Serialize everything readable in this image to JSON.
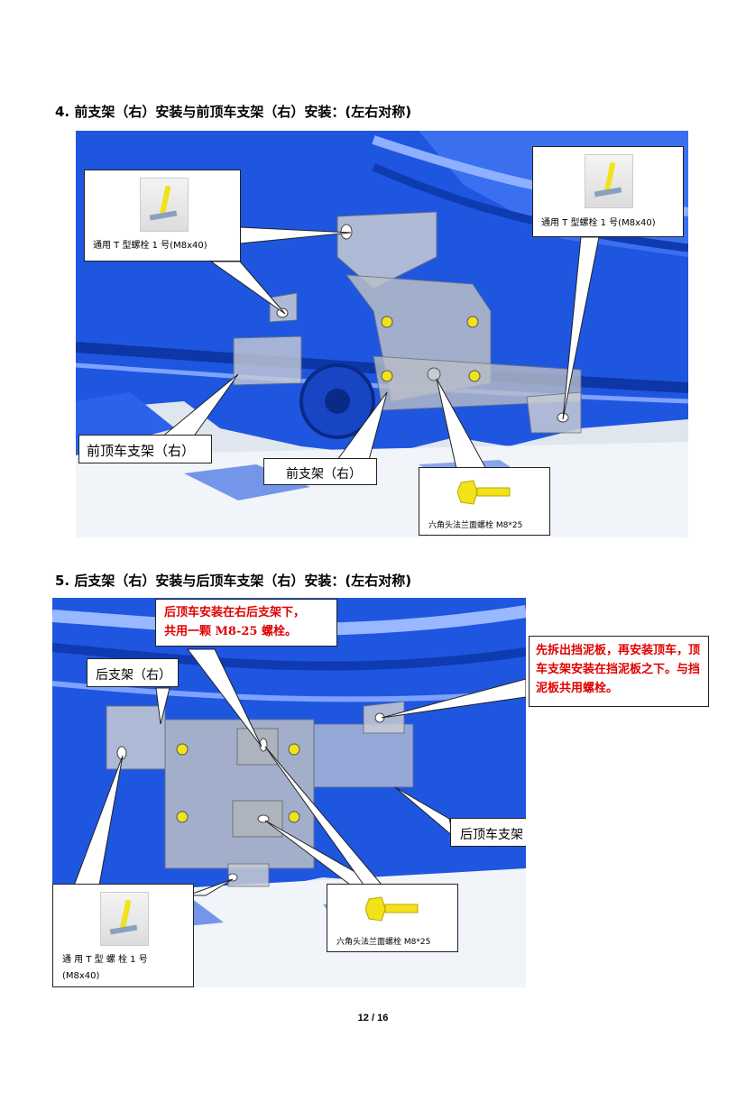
{
  "section4": {
    "heading": "4.  前支架（右）安装与前顶车支架（右）安装：(左右对称)",
    "callouts": {
      "t_bolt_left": "通用 T 型螺栓 1 号(M8x40)",
      "t_bolt_right": "通用 T 型螺栓 1 号(M8x40)",
      "front_jack_bracket": "前顶车支架（右）",
      "front_bracket": "前支架（右）",
      "flange_bolt": "六角头法兰面螺栓 M8*25"
    }
  },
  "section5": {
    "heading": "5.  后支架（右）安装与后顶车支架（右）安装：(左右对称)",
    "callouts": {
      "note_shared_bolt_line1": "后顶车安装在右后支架下，",
      "note_shared_bolt_line2": "共用一颗 M8-25 螺栓。",
      "rear_bracket": "后支架（右）",
      "note_fender": "先拆出挡泥板，再安装顶车，顶车支架安装在挡泥板之下。与挡泥板共用螺栓。",
      "rear_jack_bracket": "后顶车支架（右）",
      "flange_bolt": "六角头法兰面螺栓 M8*25",
      "t_bolt_line1": "通 用  T  型 螺 栓  1  号",
      "t_bolt_line2": "(M8x40)"
    }
  },
  "footer": {
    "page_number": "12 / 16"
  },
  "colors": {
    "chassis_blue": "#1f56e0",
    "bracket_gray": "#b9bec7",
    "note_red": "#e00000",
    "bolt_yellow": "#f2e21a"
  }
}
